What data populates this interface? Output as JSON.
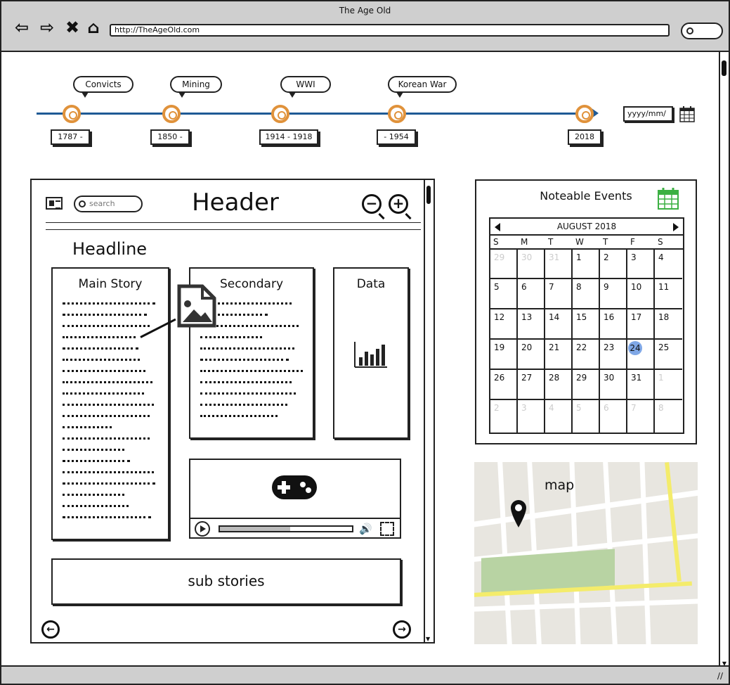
{
  "window": {
    "title": "The Age Old",
    "url": "http://TheAgeOld.com"
  },
  "timeline": {
    "events": [
      {
        "label": "Convicts",
        "date": "1787 -"
      },
      {
        "label": "Mining",
        "date": "1850 -"
      },
      {
        "label": "WWI",
        "date": "1914 - 1918"
      },
      {
        "label": "Korean War",
        "date": "- 1954"
      },
      {
        "label": "",
        "date": "2018"
      }
    ],
    "date_input": "yyyy/mm/",
    "line_color": "#1f5a95",
    "node_color": "#e0923b"
  },
  "article": {
    "search_placeholder": "search",
    "header": "Header",
    "zoom_out": "−",
    "zoom_in": "+",
    "headline": "Headline",
    "main_story": "Main Story",
    "secondary": "Secondary",
    "data": "Data",
    "video_progress_fraction": 0.53,
    "sub_stories": "sub stories",
    "prev": "←",
    "next": "→"
  },
  "calendar": {
    "title": "Noteable Events",
    "month": "AUGUST 2018",
    "weekdays": [
      "S",
      "M",
      "T",
      "W",
      "T",
      "F",
      "S"
    ],
    "weeks": [
      [
        "29",
        "30",
        "31",
        "1",
        "2",
        "3",
        "4"
      ],
      [
        "5",
        "6",
        "7",
        "8",
        "9",
        "10",
        "11"
      ],
      [
        "12",
        "13",
        "14",
        "15",
        "16",
        "17",
        "18"
      ],
      [
        "19",
        "20",
        "21",
        "22",
        "23",
        "24",
        "25"
      ],
      [
        "26",
        "27",
        "28",
        "29",
        "30",
        "31",
        "1"
      ],
      [
        "2",
        "3",
        "4",
        "5",
        "6",
        "7",
        "8"
      ]
    ],
    "selected": "24",
    "selected_color": "#7fa7e6",
    "icon_color": "#3cb043"
  },
  "map": {
    "label": "map"
  }
}
